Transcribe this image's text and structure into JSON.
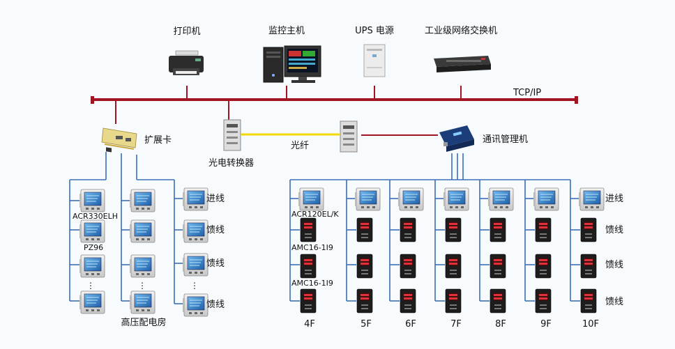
{
  "top_devices": {
    "printer": "打印机",
    "monitor_host": "监控主机",
    "ups": "UPS 电源",
    "switch": "工业级网络交换机"
  },
  "bus_label": "TCP/IP",
  "middle": {
    "expansion_card": "扩展卡",
    "fiber_converter": "光电转换器",
    "fiber": "光纤",
    "comm_manager": "通讯管理机"
  },
  "left_group": {
    "meter_labels": [
      "ACR330ELH",
      "PZ96"
    ],
    "ellipsis": "⋮",
    "side_labels": [
      "进线",
      "馈线",
      "馈线",
      "馈线"
    ],
    "room_label": "高压配电房"
  },
  "right_group": {
    "meter_labels": [
      "ACR120EL/K",
      "AMC16-1I9",
      "AMC16-1I9"
    ],
    "floors": [
      "4F",
      "5F",
      "6F",
      "7F",
      "8F",
      "9F",
      "10F"
    ],
    "side_labels": [
      "进线",
      "馈线",
      "馈线",
      "馈线"
    ]
  },
  "colors": {
    "bus": "#a31422",
    "fiber": "#f0d800",
    "wire": "#3b6fb6"
  }
}
